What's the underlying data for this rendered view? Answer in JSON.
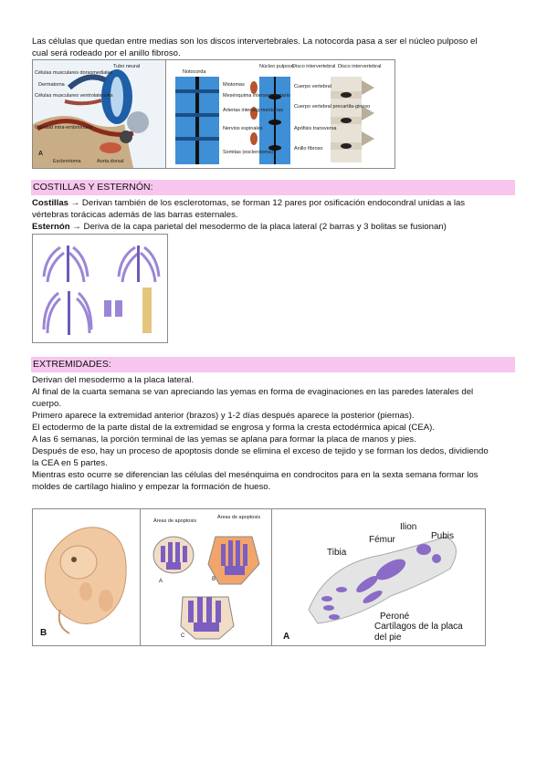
{
  "intro": {
    "line1": "Las células que quedan entre medias son los discos intervertebrales. La notocorda pasa a ser el núcleo pulposo el",
    "line2": "cual será rodeado por el anillo fibroso."
  },
  "fig1": {
    "labels": [
      "Células musculares dorsomediales",
      "Tubo neural",
      "Dermatoma",
      "Células musculares ventrolaterales",
      "Cavidad intra-embrionaria",
      "A",
      "Esclerotoma",
      "Aorta dorsal"
    ]
  },
  "fig2": {
    "labels": [
      "Notocorda",
      "Núcleo pulposo",
      "Disco intervertebral",
      "Disco intervertebral",
      "Miotomas",
      "Mesénquima intersegmentario",
      "Arterias interseg-mentarias",
      "Nervios espinales",
      "Somitas (esclerotoma)",
      "Cuerpo vertebral",
      "Cuerpo vertebral precartila-ginoso",
      "Apófisis transversa",
      "Anillo fibroso"
    ]
  },
  "section_costillas": {
    "heading": "COSTILLAS Y ESTERNÓN:",
    "p1_term": "Costillas",
    "p1_text": " Derivan también de los esclerotomas, se forman 12 pares por osificación endocondral unidas a las",
    "p1_line2": "vértebras torácicas además de las barras esternales.",
    "p2_term": "Esternón",
    "p2_text": " Deriva de la capa parietal del mesodermo de la placa lateral (2 barras y 3 bolitas se fusionan)",
    "arrow": "→"
  },
  "section_extremidades": {
    "heading": "EXTREMIDADES:",
    "lines": [
      "Derivan del mesodermo a la placa lateral.",
      "Al final de la cuarta semana se van apreciando las yemas en forma de evaginaciones en las paredes laterales del",
      "cuerpo.",
      "Primero aparece la extremidad anterior (brazos) y 1-2 días después aparece la posterior (piernas).",
      "El ectodermo de la parte distal de la extremidad se engrosa y forma la cresta ectodérmica apical (CEA).",
      "A las 6 semanas, la porción terminal de las yemas se aplana para formar la placa de manos y pies.",
      "Después de eso, hay un proceso de apoptosis donde se elimina el exceso de tejido y se forman los dedos, dividiendo",
      "la CEA en 5 partes.",
      "Mientras esto ocurre se diferencian las células del mesénquima en condrocitos para en la sexta semana formar los",
      "moldes de cartílago hialino y empezar la formación de hueso."
    ]
  },
  "fig_embryo": {
    "label": "B"
  },
  "fig_apoptosis": {
    "labels": [
      "Áreas de apoptosis",
      "Áreas de apoptosis",
      "A",
      "B",
      "C"
    ]
  },
  "fig_leg": {
    "labels": [
      "Ilion",
      "Pubis",
      "Fémur",
      "Tibia",
      "Peroné",
      "Cartílagos de la placa",
      "del pie",
      "A"
    ]
  }
}
